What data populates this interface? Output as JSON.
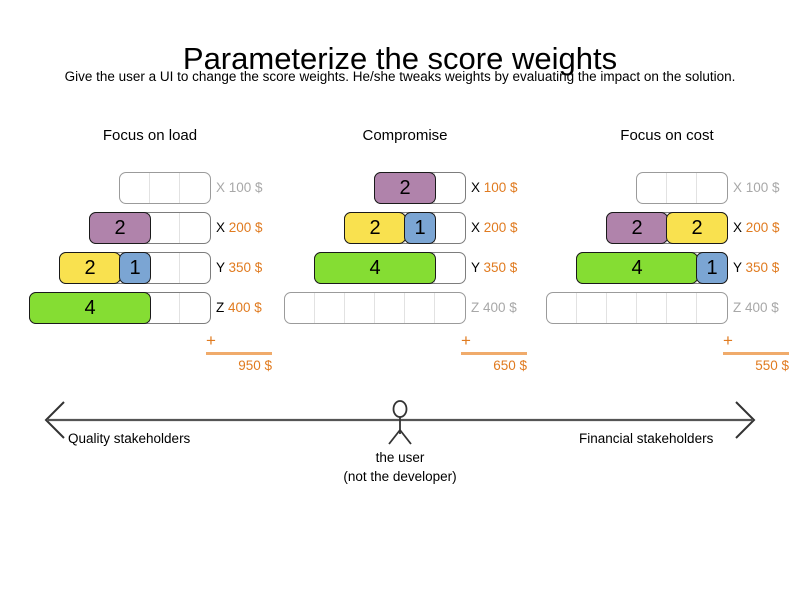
{
  "header": {
    "title": "Parameterize the score weights",
    "subtitle": "Give the user a UI to change the score weights. He/she tweaks weights by evaluating the impact on the solution."
  },
  "colors": {
    "purple": "#b083ab",
    "yellow": "#f9e14f",
    "blue": "#7ba5d3",
    "green": "#85dd33",
    "accent_orange": "#e07b20",
    "inactive_gray": "#a8a8a8"
  },
  "columns": [
    {
      "title": "Focus on load",
      "rows": [
        {
          "key": "X",
          "amount": "100 $",
          "active": false,
          "cells": 3,
          "blocks": []
        },
        {
          "key": "X",
          "amount": "200 $",
          "active": true,
          "cells": 4,
          "blocks": [
            {
              "value": "2",
              "color": "purple",
              "span": 2
            }
          ]
        },
        {
          "key": "Y",
          "amount": "350 $",
          "active": true,
          "cells": 5,
          "blocks": [
            {
              "value": "2",
              "color": "yellow",
              "span": 2
            },
            {
              "value": "1",
              "color": "blue",
              "span": 1
            }
          ]
        },
        {
          "key": "Z",
          "amount": "400 $",
          "active": true,
          "cells": 6,
          "blocks": [
            {
              "value": "4",
              "color": "green",
              "span": 4
            }
          ]
        }
      ],
      "sum_symbol": "+",
      "total": "950 $"
    },
    {
      "title": "Compromise",
      "rows": [
        {
          "key": "X",
          "amount": "100 $",
          "active": true,
          "cells": 3,
          "blocks": [
            {
              "value": "2",
              "color": "purple",
              "span": 2
            }
          ]
        },
        {
          "key": "X",
          "amount": "200 $",
          "active": true,
          "cells": 4,
          "blocks": [
            {
              "value": "2",
              "color": "yellow",
              "span": 2
            },
            {
              "value": "1",
              "color": "blue",
              "span": 1
            }
          ]
        },
        {
          "key": "Y",
          "amount": "350 $",
          "active": true,
          "cells": 5,
          "blocks": [
            {
              "value": "4",
              "color": "green",
              "span": 4
            }
          ]
        },
        {
          "key": "Z",
          "amount": "400 $",
          "active": false,
          "cells": 6,
          "blocks": []
        }
      ],
      "sum_symbol": "+",
      "total": "650 $"
    },
    {
      "title": "Focus on cost",
      "rows": [
        {
          "key": "X",
          "amount": "100 $",
          "active": false,
          "cells": 3,
          "blocks": []
        },
        {
          "key": "X",
          "amount": "200 $",
          "active": true,
          "cells": 4,
          "blocks": [
            {
              "value": "2",
              "color": "purple",
              "span": 2
            },
            {
              "value": "2",
              "color": "yellow",
              "span": 2
            }
          ]
        },
        {
          "key": "Y",
          "amount": "350 $",
          "active": true,
          "cells": 5,
          "blocks": [
            {
              "value": "4",
              "color": "green",
              "span": 4
            },
            {
              "value": "1",
              "color": "blue",
              "span": 1
            }
          ]
        },
        {
          "key": "Z",
          "amount": "400 $",
          "active": false,
          "cells": 6,
          "blocks": []
        }
      ],
      "sum_symbol": "+",
      "total": "550 $"
    }
  ],
  "axis": {
    "left_label": "Quality stakeholders",
    "right_label": "Financial stakeholders",
    "user_line1": "the user",
    "user_line2": "(not the developer)"
  }
}
